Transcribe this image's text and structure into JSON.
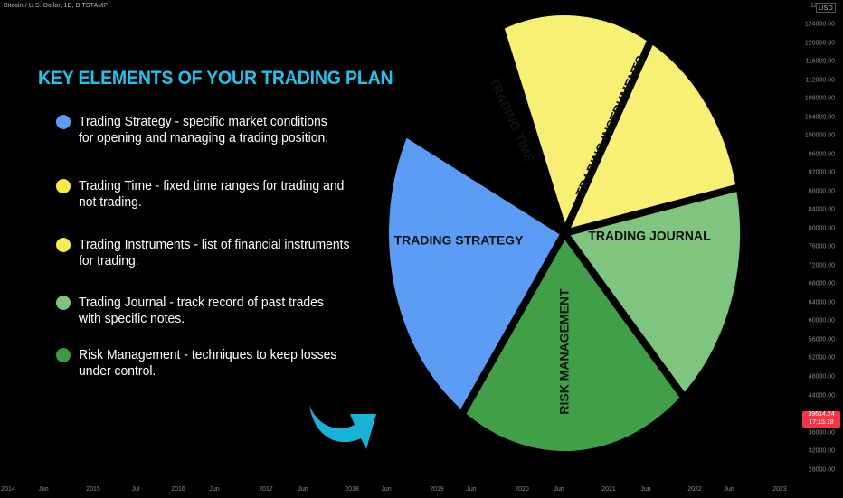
{
  "chart_header": {
    "symbol_text": "Bitcoin / U.S. Dollar, 1D, BITSTAMP"
  },
  "title": "KEY ELEMENTS OF YOUR TRADING PLAN",
  "bullets": [
    {
      "text": "Trading Strategy - specific market conditions\nfor opening and managing a trading position.",
      "color": "#5b9cf5"
    },
    {
      "text": "Trading Time - fixed time ranges for trading and\nnot trading.",
      "color": "#f7ec4c"
    },
    {
      "text": "Trading Instruments - list of financial instruments\nfor trading.",
      "color": "#f7ec4c"
    },
    {
      "text": "Trading Journal - track record of past trades\nwith specific notes.",
      "color": "#7dc47a"
    },
    {
      "text": "Risk Management - techniques to keep losses\nunder control.",
      "color": "#3d9a42"
    }
  ],
  "pie": {
    "segments": [
      {
        "label": "TRADING TIME",
        "color": "#f8f074"
      },
      {
        "label": "TRADING INSTRUMENTS",
        "color": "#f8f074"
      },
      {
        "label": "TRADING JOURNAL",
        "color": "#7fc47f"
      },
      {
        "label": "RISK MANAGEMENT",
        "color": "#41a047"
      },
      {
        "label": "TRADING STRATEGY",
        "color": "#5b9cf5"
      }
    ]
  },
  "arrow": {
    "color": "#1ab3d8",
    "icon": "curved-arrow-icon"
  },
  "y_axis": {
    "currency": "USD",
    "top_label": "12",
    "ticks": [
      "124000.00",
      "120000.00",
      "116000.00",
      "112000.00",
      "108000.00",
      "104000.00",
      "100000.00",
      "96000.00",
      "92000.00",
      "88000.00",
      "84000.00",
      "80000.00",
      "76000.00",
      "72000.00",
      "68000.00",
      "64000.00",
      "60000.00",
      "56000.00",
      "52000.00",
      "48000.00",
      "44000.00",
      "36000.00",
      "32000.00",
      "28000.00"
    ],
    "price_badge": {
      "value": "39614.24",
      "countdown": "17:15:18",
      "color": "#f23645"
    }
  },
  "x_axis": {
    "ticks": [
      "2014",
      "Jun",
      "2015",
      "Jul",
      "2016",
      "Jun",
      "2017",
      "Jun",
      "2018",
      "Jun",
      "2019",
      "Jun",
      "2020",
      "Jun",
      "2021",
      "Jun",
      "2022",
      "Jun",
      "2023"
    ]
  }
}
